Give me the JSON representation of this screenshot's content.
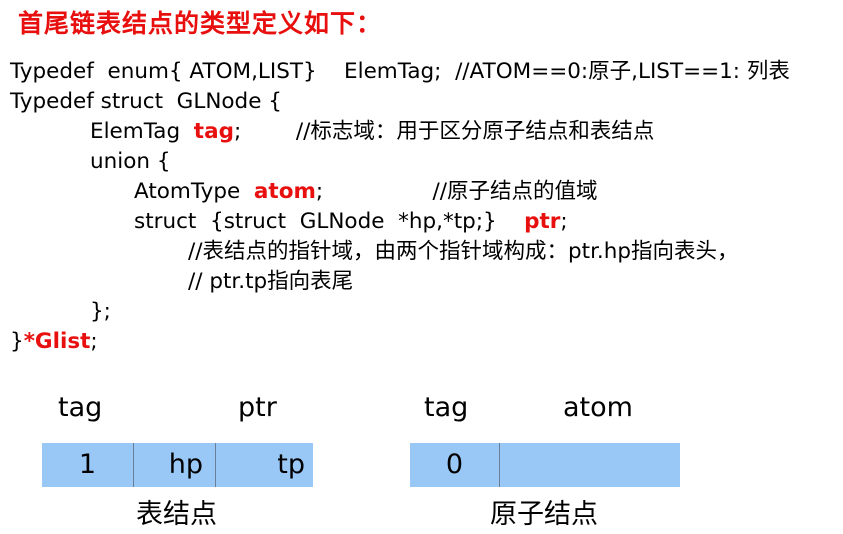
{
  "title": "首尾链表结点的类型定义如下：",
  "code": {
    "l1_a": "Typedef  enum{ ATOM,LIST}    ElemTag;  //ATOM==0:原子,LIST==1: 列表",
    "l2": "Typedef struct  GLNode {",
    "l3_a": "ElemTag  ",
    "l3_kw": "tag",
    "l3_b": ";        //标志域：用于区分原子结点和表结点",
    "l4": "union {",
    "l5_a": "AtomType  ",
    "l5_kw": "atom",
    "l5_b": ";                //原子结点的值域",
    "l6_a": "struct  {struct  GLNode  *hp,*tp;}    ",
    "l6_kw": "ptr",
    "l6_b": ";",
    "l7": "//表结点的指针域，由两个指针域构成：ptr.hp指向表头，",
    "l8": "// ptr.tp指向表尾",
    "l9": "};",
    "l10_a": "}",
    "l10_kw": "*Glist",
    "l10_b": ";"
  },
  "list_node": {
    "label_tag": "tag",
    "label_ptr": "ptr",
    "cell_tag": "1",
    "cell_hp": "hp",
    "cell_tp": "tp",
    "caption": "表结点"
  },
  "atom_node": {
    "label_tag": "tag",
    "label_atom": "atom",
    "cell_tag": "0",
    "caption": "原子结点"
  },
  "colors": {
    "accent_red": "#e8100e",
    "cell_fill": "#99c8f7"
  }
}
